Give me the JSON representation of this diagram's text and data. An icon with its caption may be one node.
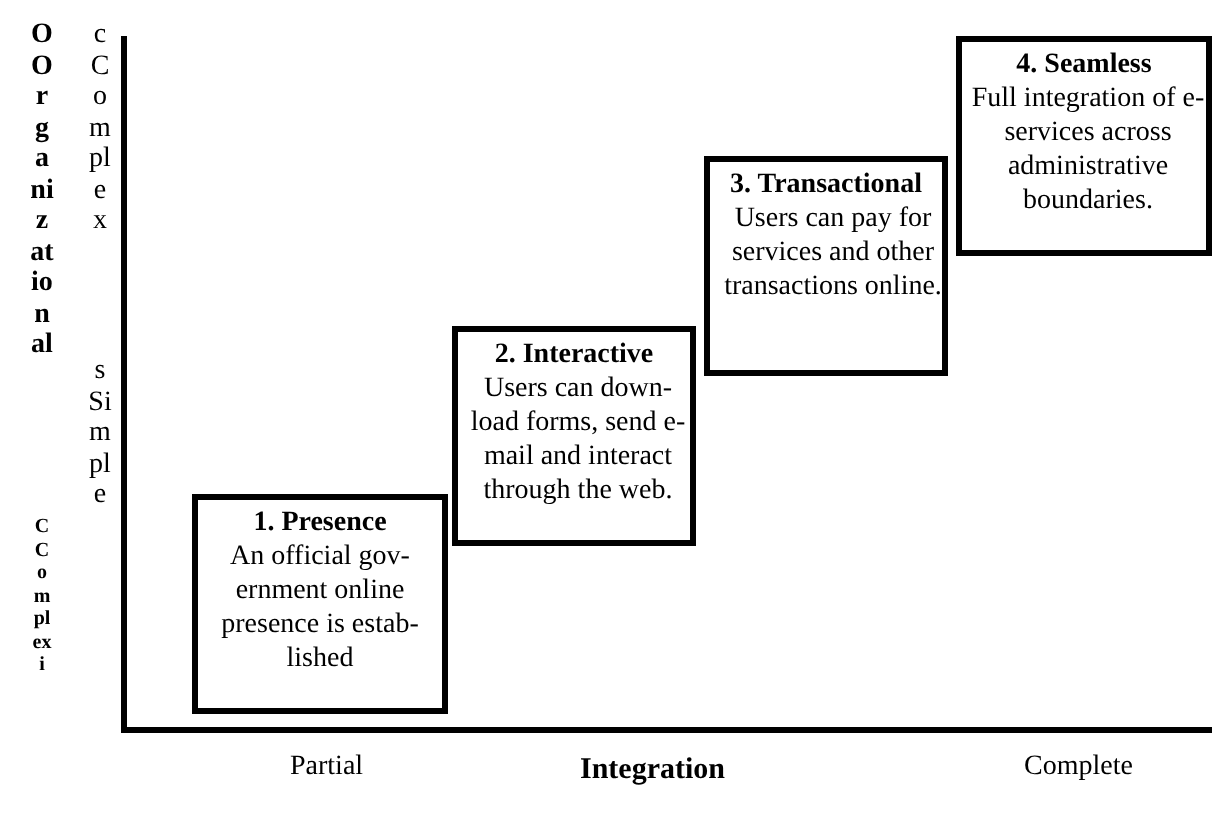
{
  "diagram": {
    "nodes": [
      {
        "text": [
          "1. Presence",
          "An official gov-ernment online presence is estab-lished"
        ]
      },
      {
        "text": [
          "2. Interactive",
          "Users can down-load forms, send e-mail and interact through the web."
        ]
      },
      {
        "text": [
          "3. Transactional",
          "Users can pay for services and other transactions online."
        ]
      },
      {
        "text": [
          "4. Seamless",
          "Full integration of e-services across administrative boundaries."
        ]
      }
    ],
    "labels": [
      "OOrganizational",
      "CComplexi",
      "cComplex",
      "sSimple",
      "Partial",
      "Integration",
      "Complete"
    ]
  }
}
